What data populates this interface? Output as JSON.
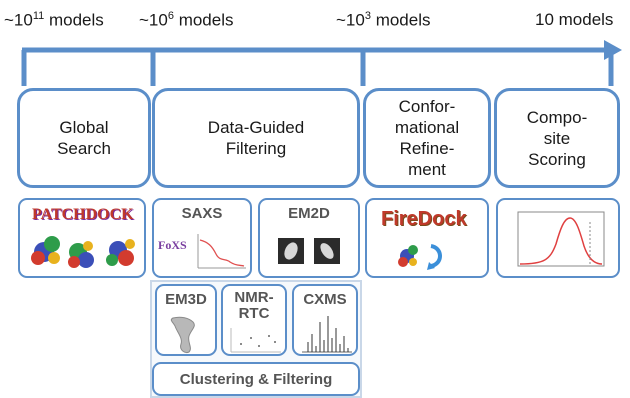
{
  "scale_labels": [
    {
      "prefix": "~10",
      "exp": "11",
      "suffix": " models"
    },
    {
      "prefix": "~10",
      "exp": "6",
      "suffix": " models"
    },
    {
      "prefix": "~10",
      "exp": "3",
      "suffix": " models"
    },
    {
      "prefix": "10 models",
      "exp": "",
      "suffix": ""
    }
  ],
  "stages": {
    "global_search": "Global\nSearch",
    "data_guided": "Data-Guided\nFiltering",
    "conformational": "Confor-\nmational\nRefine-\nment",
    "composite": "Compo-\nsite\nScoring"
  },
  "tools": {
    "patchdock": "PATCHDOCK",
    "saxs": "SAXS",
    "foxs": "FoXS",
    "em2d": "EM2D",
    "em3d": "EM3D",
    "nmr": "NMR-\nRTC",
    "cxms": "CXMS",
    "firedock": "FireDock",
    "clustering": "Clustering & Filtering"
  },
  "colors": {
    "accent": "#5b8ec9",
    "logo_red": "#c0392b"
  }
}
